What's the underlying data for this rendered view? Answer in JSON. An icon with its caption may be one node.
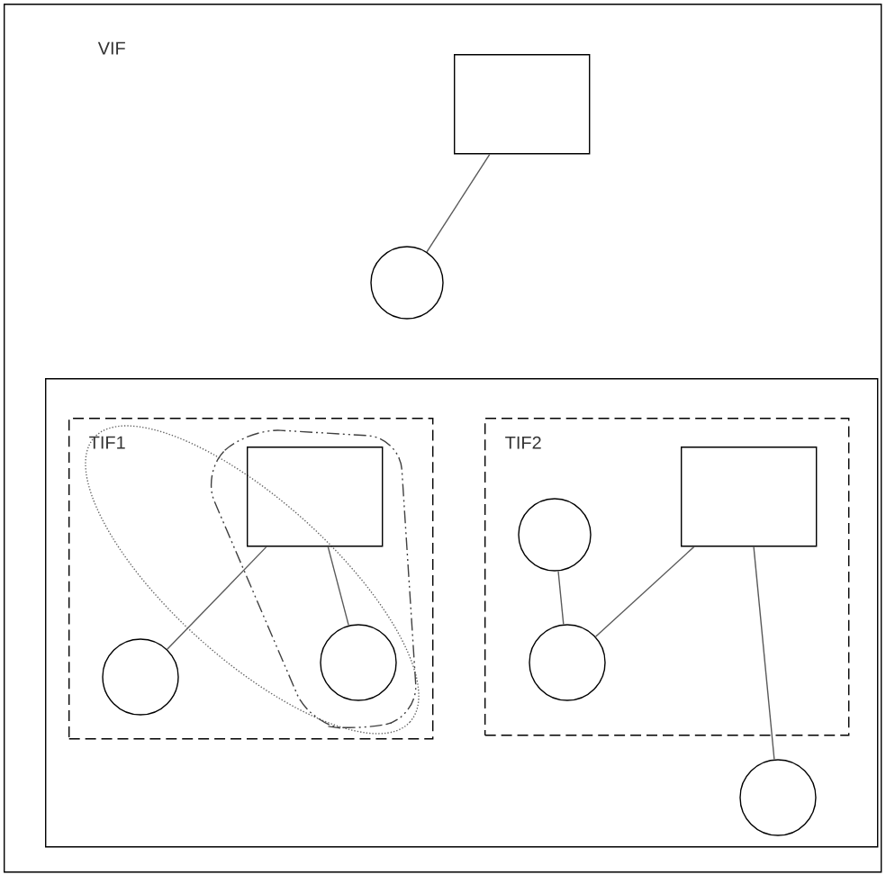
{
  "diagram": {
    "nodes": [
      {
        "text": [
          "VIF"
        ]
      },
      {
        "text": [],
        "shape": "box",
        "in": 0
      },
      {
        "text": [],
        "shape": "circle",
        "in": 0
      },
      {
        "text": [],
        "shape": "box",
        "in": 0
      },
      {
        "text": [
          "TIF1"
        ],
        "in": 3
      },
      {
        "text": [],
        "shape": "box",
        "in": 4
      },
      {
        "text": [],
        "shape": "circle",
        "in": 4
      },
      {
        "text": [],
        "shape": "circle",
        "in": 4
      },
      {
        "text": [
          "TIF2"
        ],
        "in": 3
      },
      {
        "text": [],
        "shape": "box",
        "in": 8
      },
      {
        "text": [],
        "shape": "circle",
        "in": 8
      },
      {
        "text": [],
        "shape": "circle",
        "in": 8
      },
      {
        "text": [],
        "shape": "circle",
        "in": 3
      }
    ],
    "edges": [
      {
        "from": 1,
        "to": 2,
        "arrow": "none"
      },
      {
        "from": 5,
        "to": 6,
        "arrow": "none"
      },
      {
        "from": 5,
        "to": 7,
        "arrow": "none"
      },
      {
        "from": 10,
        "to": 11,
        "arrow": "none"
      },
      {
        "from": 9,
        "to": 11,
        "arrow": "none"
      },
      {
        "from": 9,
        "to": 12,
        "arrow": "none"
      }
    ]
  }
}
